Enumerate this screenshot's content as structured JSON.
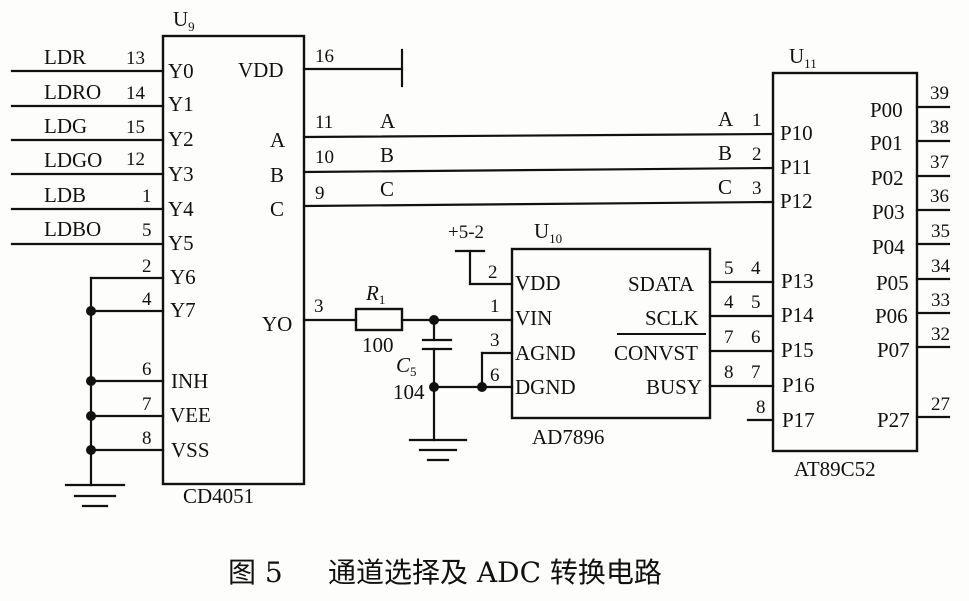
{
  "figure": {
    "caption_number": "图 5",
    "caption_title": "通道选择及 ADC 转换电路"
  },
  "u9": {
    "ref": "U",
    "ref_sub": "9",
    "part": "CD4051",
    "inputs": [
      {
        "net": "LDR",
        "pin": "13",
        "name": "Y0"
      },
      {
        "net": "LDRO",
        "pin": "14",
        "name": "Y1"
      },
      {
        "net": "LDG",
        "pin": "15",
        "name": "Y2"
      },
      {
        "net": "LDGO",
        "pin": "12",
        "name": "Y3"
      },
      {
        "net": "LDB",
        "pin": "1",
        "name": "Y4"
      },
      {
        "net": "LDBO",
        "pin": "5",
        "name": "Y5"
      },
      {
        "net": "",
        "pin": "2",
        "name": "Y6"
      },
      {
        "net": "",
        "pin": "4",
        "name": "Y7"
      },
      {
        "net": "",
        "pin": "6",
        "name": "INH"
      },
      {
        "net": "",
        "pin": "7",
        "name": "VEE"
      },
      {
        "net": "",
        "pin": "8",
        "name": "VSS"
      }
    ],
    "vdd": {
      "name": "VDD",
      "pin": "16"
    },
    "select": [
      {
        "name": "A",
        "pin": "11",
        "net": "A"
      },
      {
        "name": "B",
        "pin": "10",
        "net": "B"
      },
      {
        "name": "C",
        "pin": "9",
        "net": "C"
      }
    ],
    "out": {
      "name": "YO",
      "pin": "3"
    }
  },
  "r1": {
    "ref": "R",
    "ref_sub": "1",
    "value": "100"
  },
  "c5": {
    "ref": "C",
    "ref_sub": "5",
    "value": "104"
  },
  "supply": {
    "label": "+5-2"
  },
  "u10": {
    "ref": "U",
    "ref_sub": "10",
    "part": "AD7896",
    "left": [
      {
        "name": "VDD",
        "pin": "2"
      },
      {
        "name": "VIN",
        "pin": "1"
      },
      {
        "name": "AGND",
        "pin": "3"
      },
      {
        "name": "DGND",
        "pin": "6"
      }
    ],
    "right": [
      {
        "name": "SDATA",
        "pin": "5",
        "mcu_pin": "4"
      },
      {
        "name": "SCLK",
        "pin": "4",
        "mcu_pin": "5"
      },
      {
        "name": "CONVST",
        "pin": "7",
        "mcu_pin": "6"
      },
      {
        "name": "BUSY",
        "pin": "8",
        "mcu_pin": "7"
      }
    ]
  },
  "u11": {
    "ref": "U",
    "ref_sub": "11",
    "part": "AT89C52",
    "left": [
      {
        "name": "P10",
        "pin": "1",
        "net": "A"
      },
      {
        "name": "P11",
        "pin": "2",
        "net": "B"
      },
      {
        "name": "P12",
        "pin": "3",
        "net": "C"
      },
      {
        "name": "P13",
        "pin": "4"
      },
      {
        "name": "P14",
        "pin": "5"
      },
      {
        "name": "P15",
        "pin": "6"
      },
      {
        "name": "P16",
        "pin": "7"
      },
      {
        "name": "P17",
        "pin": "8"
      }
    ],
    "right": [
      {
        "name": "P00",
        "pin": "39"
      },
      {
        "name": "P01",
        "pin": "38"
      },
      {
        "name": "P02",
        "pin": "37"
      },
      {
        "name": "P03",
        "pin": "36"
      },
      {
        "name": "P04",
        "pin": "35"
      },
      {
        "name": "P05",
        "pin": "34"
      },
      {
        "name": "P06",
        "pin": "33"
      },
      {
        "name": "P07",
        "pin": "32"
      },
      {
        "name": "P27",
        "pin": "27"
      }
    ]
  }
}
